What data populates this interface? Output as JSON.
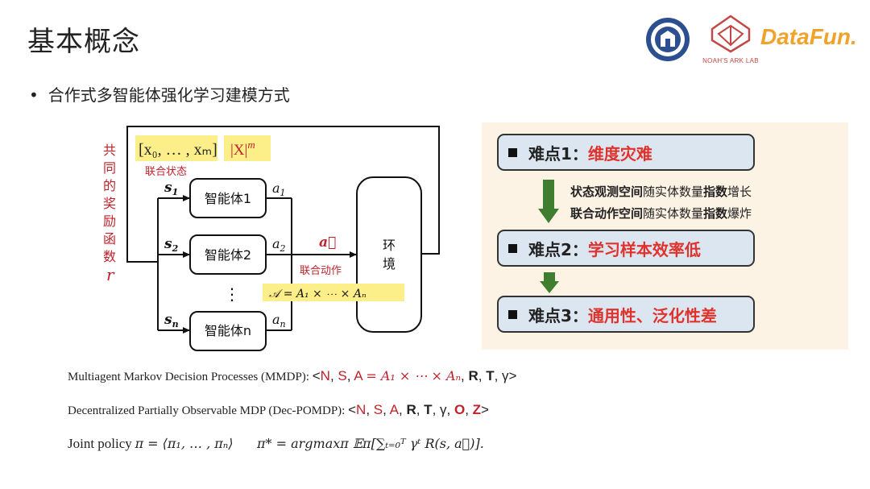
{
  "title": "基本概念",
  "bullet": "合作式多智能体强化学习建模方式",
  "logos": {
    "ark_text": "NOAH'S ARK LAB",
    "datafun": "DataFun."
  },
  "diagram": {
    "state_vector": "[x₀, … , xₘ]",
    "state_space": "|X|",
    "state_space_exp": "m",
    "joint_state_label": "联合状态",
    "reward_label_chars": [
      "共",
      "同",
      "的",
      "奖",
      "励",
      "函",
      "数"
    ],
    "reward_symbol": "r",
    "agents": [
      {
        "label": "智能体1",
        "s": "s",
        "s_sub": "1",
        "a": "a",
        "a_sub": "1"
      },
      {
        "label": "智能体2",
        "s": "s",
        "s_sub": "2",
        "a": "a",
        "a_sub": "2"
      },
      {
        "label": "智能体n",
        "s": "s",
        "s_sub": "n",
        "a": "a",
        "a_sub": "n"
      }
    ],
    "vdots": "⋮",
    "joint_action_symbol": "a⃗",
    "joint_action_label": "联合动作",
    "joint_action_space": "𝒜 = A₁ × ⋯ × Aₙ",
    "env_label_1": "环",
    "env_label_2": "境"
  },
  "difficulties": {
    "d1_prefix": "难点1：",
    "d1_red": "维度灾难",
    "g1_a": "状态观测空间",
    "g1_b": "随实体数量",
    "g1_c": "指数",
    "g1_d": "增长",
    "g2_a": "联合动作空间",
    "g2_b": "随实体数量",
    "g2_c": "指数",
    "g2_d": "爆炸",
    "d2_prefix": "难点2：",
    "d2_red": "学习样本效率低",
    "d3_prefix": "难点3：",
    "d3_red": "通用性、泛化性差"
  },
  "formulas": {
    "mmdp_label": "Multiagent Markov Decision Processes (MMDP):",
    "mmdp_open": "<",
    "mmdp_N": "N",
    "mmdp_S": "S",
    "mmdp_A": "A",
    "mmdp_eq": "= A₁ × ⋯ × Aₙ",
    "mmdp_R": "R",
    "mmdp_T": "T",
    "mmdp_gamma": "γ",
    "mmdp_close": ">",
    "dec_label": "Decentralized Partially Observable MDP (Dec-POMDP):",
    "dec_open": "<",
    "dec_N": "N",
    "dec_S": "S",
    "dec_A": "A",
    "dec_R": "R",
    "dec_T": "T",
    "dec_gamma": "γ",
    "dec_O": "O",
    "dec_Z": "Z",
    "dec_close": ">",
    "joint_label": "Joint policy",
    "joint_expr": "π = ⟨π₁, … , πₙ⟩",
    "opt_expr": "π* = argmaxπ 𝔼π[∑ₜ₌₀ᵀ γᵗ R(s, a⃗)]."
  },
  "colors": {
    "red": "#c0222a",
    "bright_red": "#e0322c",
    "highlight": "#fcef8a",
    "box_blue": "#dce6f1",
    "panel": "#fdf3e5",
    "arrow_green": "#3f7d2f",
    "uni_blue": "#2b4f8f",
    "ark_red": "#c34747",
    "datafun_orange": "#f1a22b"
  }
}
